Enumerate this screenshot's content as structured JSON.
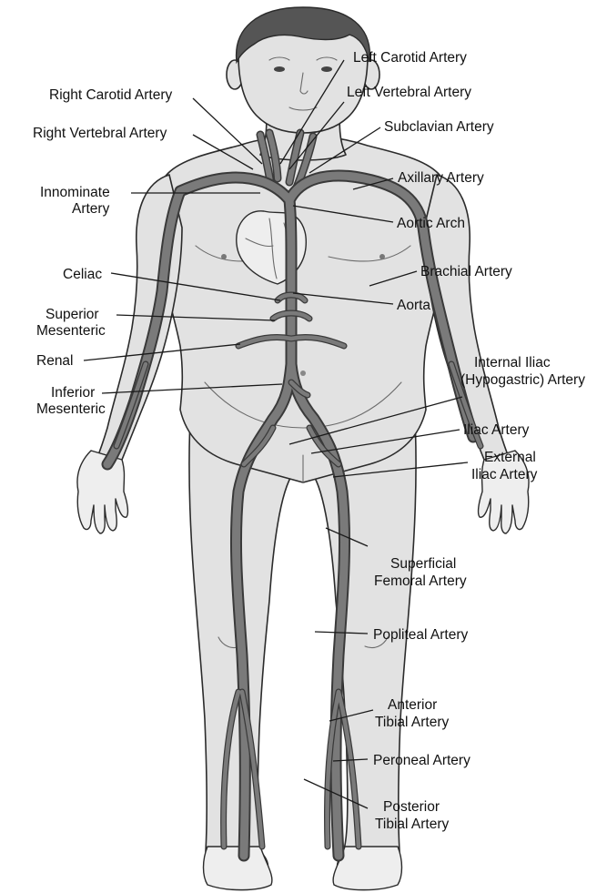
{
  "labels": {
    "left_carotid_artery": "Left Carotid Artery",
    "right_carotid_artery": "Right Carotid Artery",
    "left_vertebral_artery": "Left Vertebral Artery",
    "right_vertebral_artery": "Right Vertebral Artery",
    "subclavian_artery": "Subclavian Artery",
    "axillary_artery": "Axillary Artery",
    "innominate_artery": [
      "Innominate",
      "Artery"
    ],
    "aortic_arch": "Aortic Arch",
    "brachial_artery": "Brachial Artery",
    "celiac": "Celiac",
    "aorta": "Aorta",
    "superior_mesenteric": [
      "Superior",
      "Mesenteric"
    ],
    "renal": "Renal",
    "internal_iliac_artery": [
      "Internal Iliac",
      "(Hypogastric) Artery"
    ],
    "inferior_mesenteric": [
      "Inferior",
      "Mesenteric"
    ],
    "iliac_artery": "Iliac Artery",
    "external_iliac_artery": [
      "External",
      "Iliac Artery"
    ],
    "superficial_femoral_artery": [
      "Superficial",
      "Femoral Artery"
    ],
    "popliteal_artery": "Popliteal Artery",
    "anterior_tibial_artery": [
      "Anterior",
      "Tibial Artery"
    ],
    "peroneal_artery": "Peroneal Artery",
    "posterior_tibial_artery": [
      "Posterior",
      "Tibial Artery"
    ]
  },
  "colors": {
    "skin": "#e2e2e2",
    "outline": "#2b2b2b",
    "artery": "#7a7a7a",
    "hair": "#555555",
    "text": "#111111"
  }
}
